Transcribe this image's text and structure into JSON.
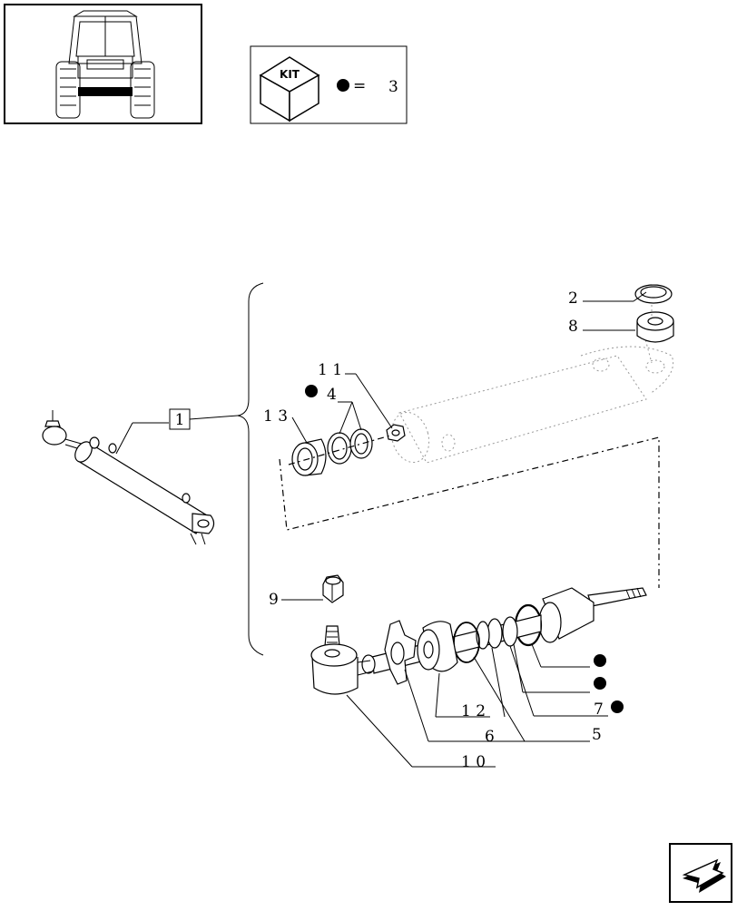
{
  "kit": {
    "badge_label": "KIT",
    "equals_sign": "=",
    "kit_reference": "3"
  },
  "group_box_label": "1",
  "callouts": {
    "c2": "2",
    "c8": "8",
    "c11": "1 1",
    "c4": "4",
    "c13": "1 3",
    "c9": "9",
    "c12": "1 2",
    "c6": "6",
    "c10": "1 0",
    "c7": "7",
    "c5": "5"
  },
  "colors": {
    "ink": "#000000",
    "background": "#ffffff",
    "ghost": "#999999"
  },
  "icons": {
    "kit_box": "kit-box-icon",
    "kit_dot": "filled-dot-icon",
    "nav_next": "arrow-next-icon"
  }
}
